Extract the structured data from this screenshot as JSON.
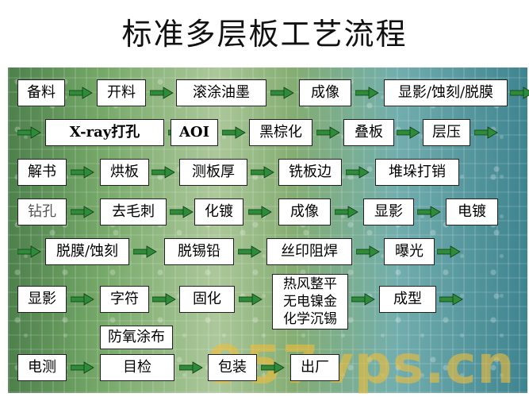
{
  "title": "标准多层板工艺流程",
  "watermark": "957vps.cn",
  "arrow_color": "#2e8b3a",
  "steps": [
    "备料",
    "开料",
    "滚涂油墨",
    "成像",
    "显影/蚀刻/脱膜",
    "X-ray打孔",
    "AOI",
    "黑棕化",
    "叠板",
    "层压",
    "解书",
    "烘板",
    "测板厚",
    "铣板边",
    "堆垛打销",
    "钻孔",
    "去毛刺",
    "化镀",
    "成像",
    "显影",
    "电镀",
    "脱膜/蚀刻",
    "脱锡铅",
    "丝印阻焊",
    "曝光",
    "显影",
    "字符",
    "固化",
    "热风整平\n无电镍金\n化学沉锡",
    "成型",
    "防氧涂布",
    "电测",
    "目检",
    "包装",
    "出厂"
  ]
}
